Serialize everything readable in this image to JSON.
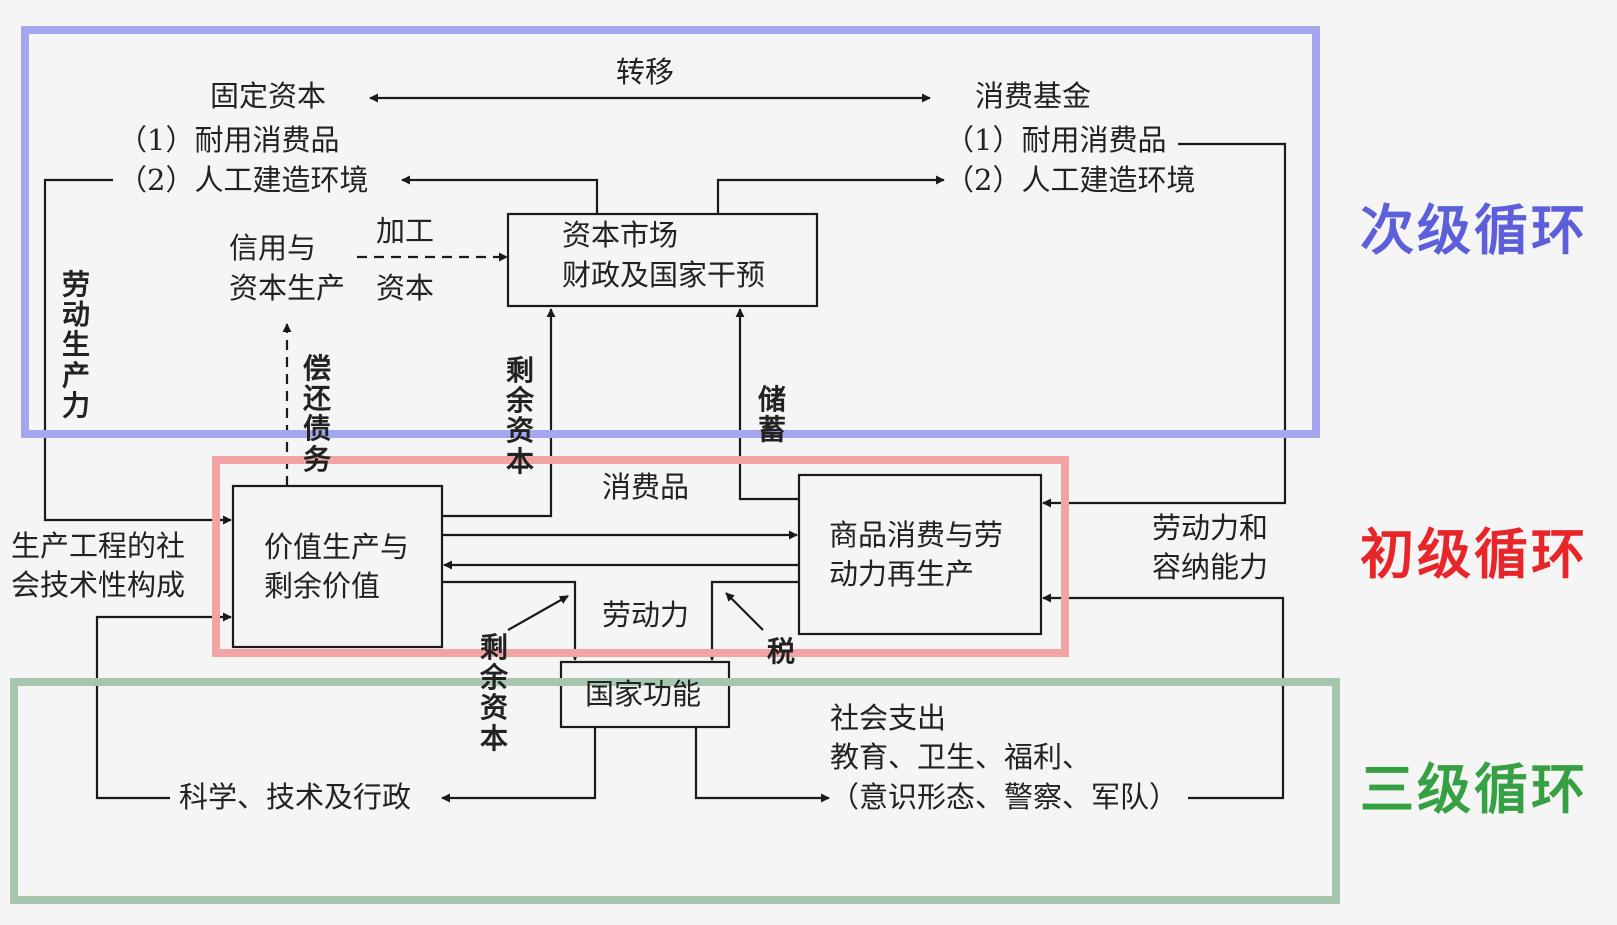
{
  "colors": {
    "secondary": "#a4a6ee",
    "primary": "#f2a4a5",
    "tertiary": "#a6c6ae",
    "label_secondary": "#5c5fd9",
    "label_primary": "#e8262a",
    "label_tertiary": "#36a143",
    "line": "#1a1a1a"
  },
  "circuits": {
    "secondary": "次级循环",
    "primary": "初级循环",
    "tertiary": "三级循环"
  },
  "top": {
    "transfer": "转移",
    "fixed_capital": "固定资本",
    "fixed_item1": "（1）耐用消费品",
    "fixed_item2": "（2）人工建造环境",
    "fund": "消费基金",
    "fund_item1": "（1）耐用消费品",
    "fund_item2": "（2）人工建造环境",
    "credit_line1": "信用与",
    "credit_line2": "资本生产",
    "processing_line1": "加工",
    "processing_line2": "资本",
    "market_line1": "资本市场",
    "market_line2": "财政及国家干预"
  },
  "vertical": {
    "labor_productivity": "劳动生产力",
    "repay_debt": "偿还债务",
    "surplus_capital_up": "剩余资本",
    "savings": "储蓄",
    "surplus_capital_down": "剩余资本",
    "tax": "税"
  },
  "middle": {
    "consumer_goods": "消费品",
    "value_line1": "价值生产与",
    "value_line2": "剩余价值",
    "consumption_line1": "商品消费与劳",
    "consumption_line2": "动力再生产",
    "labor_power": "劳动力",
    "social_line1": "生产工程的社",
    "social_line2": "会技术性构成",
    "capacity_line1": "劳动力和",
    "capacity_line2": "容纳能力"
  },
  "bottom": {
    "state": "国家功能",
    "science": "科学、技术及行政",
    "spending_line1": "社会支出",
    "spending_line2": "教育、卫生、福利、",
    "spending_line3": "（意识形态、警察、军队）"
  }
}
